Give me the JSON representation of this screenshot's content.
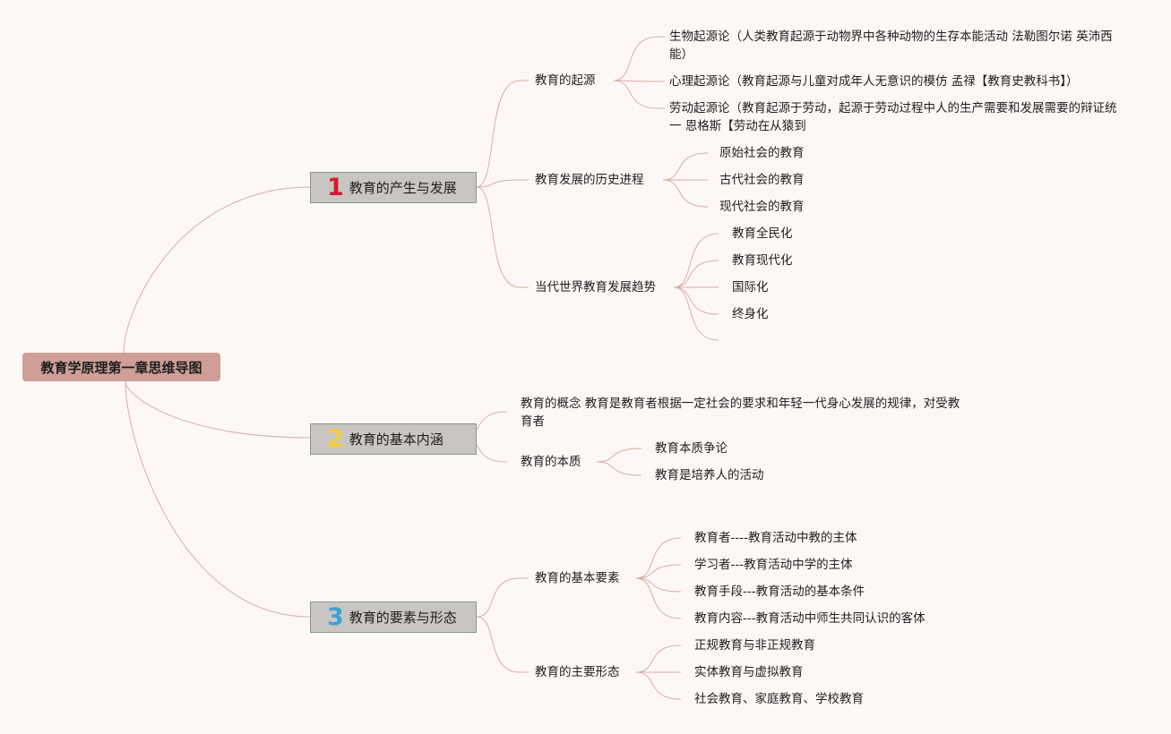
{
  "root": "教育学原理第一章思维导图",
  "branches": [
    {
      "num": "1",
      "label": "教育的产生与发展",
      "children": [
        {
          "label": "教育的起源",
          "items": [
            "生物起源论（人类教育起源于动物界中各种动物的生存本能活动 法勒图尔诺 英沛西能）",
            "心理起源论（教育起源与儿童对成年人无意识的模仿 孟禄【教育史教科书】）",
            "劳动起源论（教育起源于劳动，起源于劳动过程中人的生产需要和发展需要的辩证统一 恩格斯【劳动在从猿到"
          ]
        },
        {
          "label": "教育发展的历史进程",
          "items": [
            "原始社会的教育",
            "古代社会的教育",
            "现代社会的教育"
          ]
        },
        {
          "label": "当代世界教育发展趋势",
          "items": [
            "教育全民化",
            "教育现代化",
            "国际化",
            "终身化"
          ]
        }
      ]
    },
    {
      "num": "2",
      "label": "教育的基本内涵",
      "children": [
        {
          "label": "教育的概念 教育是教育者根据一定社会的要求和年轻一代身心发展的规律，对受教育者"
        },
        {
          "label": "教育的本质",
          "items": [
            "教育本质争论",
            "教育是培养人的活动"
          ]
        }
      ]
    },
    {
      "num": "3",
      "label": "教育的要素与形态",
      "children": [
        {
          "label": "教育的基本要素",
          "items": [
            "教育者----教育活动中教的主体",
            "学习者---教育活动中学的主体",
            "教育手段---教育活动的基本条件",
            "教育内容---教育活动中师生共同认识的客体"
          ]
        },
        {
          "label": "教育的主要形态",
          "items": [
            "正规教育与非正规教育",
            "实体教育与虚拟教育",
            "社会教育、家庭教育、学校教育"
          ]
        }
      ]
    }
  ],
  "colors": {
    "line": "#d8ada4",
    "root_bg": "#cf9e96",
    "branch_bg": "#c9c5c2",
    "branch_border": "#7d9c88",
    "num1": "#d21d2b",
    "num2": "#f2cf3c",
    "num3": "#3da0d8"
  }
}
